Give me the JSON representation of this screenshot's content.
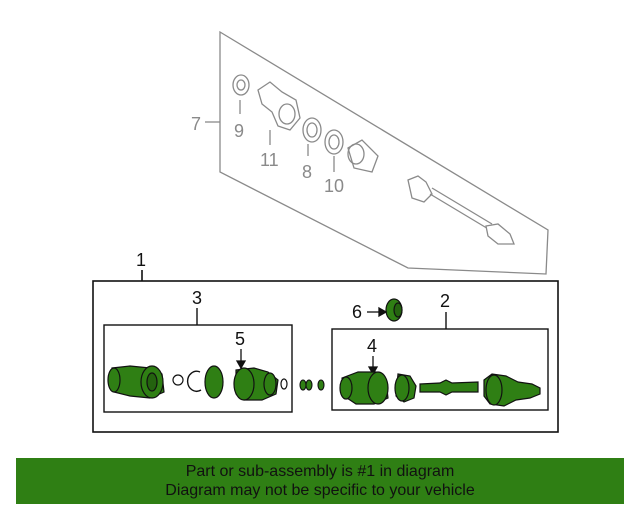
{
  "callouts": {
    "c1": "1",
    "c2": "2",
    "c3": "3",
    "c4": "4",
    "c5": "5",
    "c6": "6",
    "c7": "7",
    "c8": "8",
    "c9": "9",
    "c10": "10",
    "c11": "11"
  },
  "banner": {
    "line1": "Part or sub-assembly is #1 in diagram",
    "line2": "Diagram may not be specific to your vehicle"
  },
  "colors": {
    "part_green": "#2f7f14",
    "banner_green": "#2f7f14",
    "ghost_gray": "#8a8a8a",
    "outline_black": "#111111"
  }
}
